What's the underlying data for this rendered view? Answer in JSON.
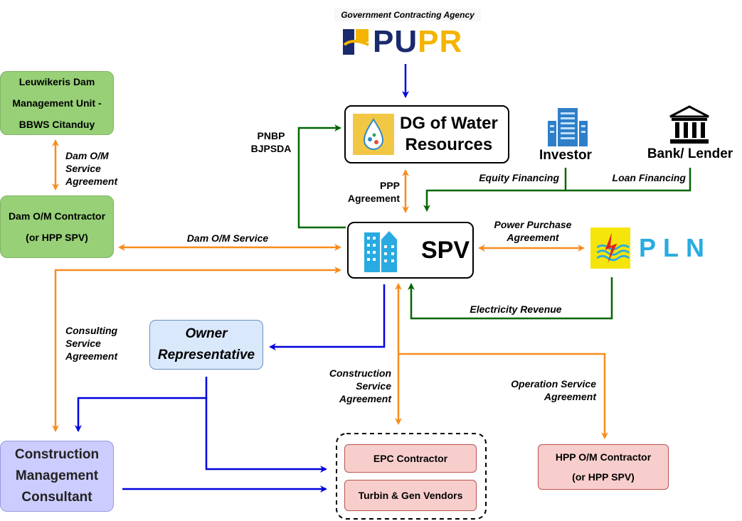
{
  "pupr": {
    "caption": "Government Contracting Agency",
    "logo_pu": "PU",
    "logo_pr": "PR"
  },
  "dg": {
    "line1": "DG of Water",
    "line2": "Resources"
  },
  "spv": {
    "label": "SPV"
  },
  "investor": {
    "label": "Investor"
  },
  "bank": {
    "label": "Bank/ Lender"
  },
  "pln": {
    "label": "PLN"
  },
  "leuwikeris": {
    "line1": "Leuwikeris Dam",
    "line2": "Management Unit -",
    "line3": "BBWS Citanduy"
  },
  "dam_om": {
    "line1": "Dam O/M Contractor",
    "line2": "(or HPP SPV)"
  },
  "owner_rep": {
    "line1": "Owner",
    "line2": "Representative"
  },
  "cmc": {
    "line1": "Construction",
    "line2": "Management",
    "line3": "Consultant"
  },
  "epc": {
    "label": "EPC Contractor"
  },
  "turbin": {
    "label": "Turbin & Gen Vendors"
  },
  "hpp_om": {
    "line1": "HPP O/M Contractor",
    "line2": "(or HPP SPV)"
  },
  "labels": {
    "pnbp1": "PNBP",
    "pnbp2": "BJPSDA",
    "ppp1": "PPP",
    "ppp2": "Agreement",
    "equity": "Equity Financing",
    "loan": "Loan Financing",
    "dam_om_sa1": "Dam O/M",
    "dam_om_sa2": "Service",
    "dam_om_sa3": "Agreement",
    "dam_om_service": "Dam O/M Service",
    "ppa1": "Power Purchase",
    "ppa2": "Agreement",
    "elec_rev": "Electricity Revenue",
    "csa1": "Consulting",
    "csa2": "Service",
    "csa3": "Agreement",
    "consa1": "Construction",
    "consa2": "Service",
    "consa3": "Agreement",
    "osa1": "Operation Service",
    "osa2": "Agreement"
  },
  "colors": {
    "orange": "#f78c1e",
    "blue": "#0000dd",
    "green": "#006600"
  },
  "icons": [
    "pupr-logo",
    "water-drop-icon",
    "building-icon",
    "bank-icon",
    "pln-logo-icon"
  ]
}
